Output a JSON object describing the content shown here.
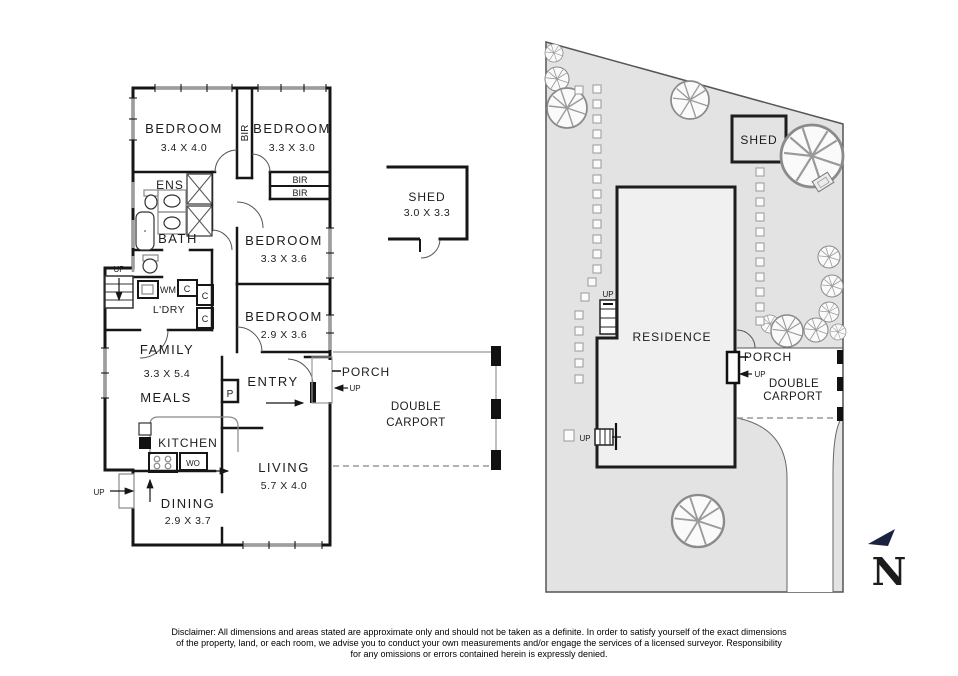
{
  "floor_plan": {
    "bedroom1": {
      "label": "BEDROOM",
      "dims": "3.4 X 4.0"
    },
    "bedroom2": {
      "label": "BEDROOM",
      "dims": "3.3 X 3.0"
    },
    "bedroom3": {
      "label": "BEDROOM",
      "dims": "3.3 X 3.6"
    },
    "bedroom4": {
      "label": "BEDROOM",
      "dims": "2.9 X 3.6"
    },
    "family": {
      "label": "FAMILY",
      "dims": "3.3 X 5.4"
    },
    "meals": {
      "label": "MEALS"
    },
    "kitchen": {
      "label": "KITCHEN"
    },
    "dining": {
      "label": "DINING",
      "dims": "2.9 X 3.7"
    },
    "living": {
      "label": "LIVING",
      "dims": "5.7 X 4.0"
    },
    "entry": {
      "label": "ENTRY"
    },
    "porch": {
      "label": "PORCH"
    },
    "ens": {
      "label": "ENS"
    },
    "bath": {
      "label": "BATH"
    },
    "laundry": {
      "label": "L'DRY"
    },
    "bir": {
      "label": "BIR"
    },
    "wm": {
      "label": "WM"
    },
    "wo": {
      "label": "WO"
    },
    "cupboard": {
      "label": "C"
    },
    "pantry": {
      "label": "P"
    },
    "up": {
      "label": "UP"
    },
    "shed": {
      "label": "SHED",
      "dims": "3.0 X 3.3"
    },
    "carport": {
      "line1": "DOUBLE",
      "line2": "CARPORT"
    }
  },
  "site_plan": {
    "residence": {
      "label": "RESIDENCE"
    },
    "shed": {
      "label": "SHED"
    },
    "porch": {
      "label": "PORCH"
    },
    "carport": {
      "line1": "DOUBLE",
      "line2": "CARPORT"
    },
    "up": {
      "label": "UP"
    },
    "north": {
      "label": "N"
    }
  },
  "disclaimer": {
    "line1": "Disclaimer: All dimensions and areas stated are approximate only and should not be taken as a definite. In order to satisfy yourself of the exact dimensions",
    "line2": "of the property, land, or each room, we advise you to conduct your own measurements and/or engage the services of a licensed surveyor. Responsibility",
    "line3": "for any omissions or errors contained herein is expressly denied."
  },
  "colors": {
    "wall": "#161616",
    "site_fill": "#e3e3e3",
    "residence_fill": "#f0f0f0",
    "shed_fill": "#e3e3e3",
    "window": "#9e9e9e",
    "north": "#1b2140"
  }
}
